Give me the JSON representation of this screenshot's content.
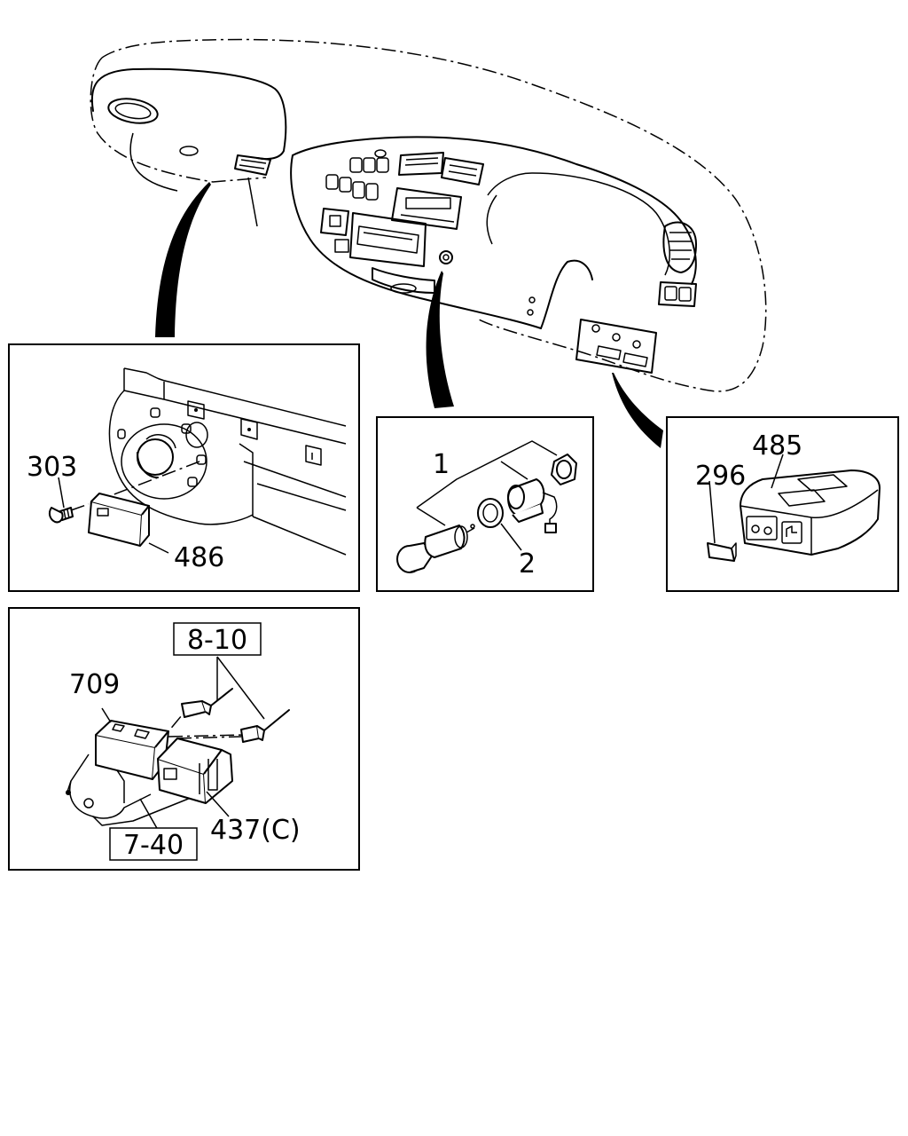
{
  "callouts": {
    "c303": "303",
    "c486": "486",
    "c1": "1",
    "c2": "2",
    "c485": "485",
    "c296": "296",
    "c709": "709",
    "c437": "437(C)",
    "ref_8_10": "8-10",
    "ref_7_40": "7-40"
  }
}
